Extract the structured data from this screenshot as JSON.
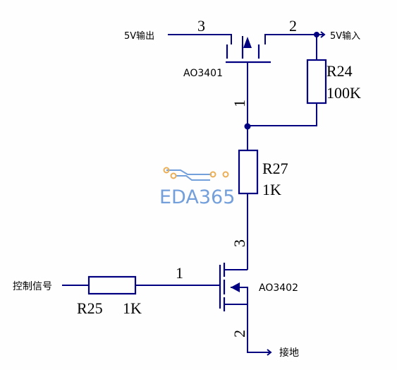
{
  "labels": {
    "out": "5V输出",
    "in": "5V输入",
    "ctrl": "控制信号",
    "gnd": "接地"
  },
  "parts": {
    "q_top": "AO3401",
    "q_bot": "AO3402",
    "r24": {
      "ref": "R24",
      "val": "100K"
    },
    "r27": {
      "ref": "R27",
      "val": "1K"
    },
    "r25": {
      "ref": "R25",
      "val": "1K"
    }
  },
  "pins": {
    "q_top_3": "3",
    "q_top_2": "2",
    "q_top_1": "1",
    "q_bot_1": "1",
    "q_bot_3": "3",
    "q_bot_2": "2"
  },
  "watermark": "EDA365",
  "colors": {
    "wire": "#000080",
    "watermark": "#5b8fd6",
    "watermark_dots": "#e8a23a"
  }
}
